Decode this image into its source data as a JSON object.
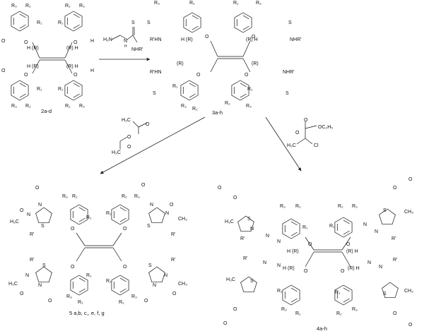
{
  "colors": {
    "ink": "#111111",
    "background": "#ffffff"
  },
  "compounds": {
    "start": "2a-d",
    "hydrazone": "3a-h",
    "thiazole": "4a-h",
    "thiadiazole": "5 a,b, c,, e, f, g"
  },
  "reagents": {
    "thiosemicarbazide": {
      "s": "S",
      "h2n": "H₂N",
      "nh": "N",
      "h": "H",
      "nhr": "NHR'"
    },
    "acetic_anhydride": {
      "ch3_top": "H₃C",
      "o_a": "O",
      "o_b": "O",
      "o_c": "O",
      "ch3_bot": "H₃C"
    },
    "chloroacetoacetate": {
      "o_keto": "O",
      "o_ester": "O",
      "oc2h5": "OC₂H₅",
      "cl": "Cl",
      "ch3": "H₃C"
    }
  },
  "atoms": {
    "r1": "R₁",
    "r2": "R₂",
    "r3": "R₃",
    "o": "O",
    "h": "H",
    "hr": "H (R)",
    "rh": "(R) H",
    "r": "(R)",
    "s": "S",
    "n": "N",
    "nh": "NH",
    "rhn": "R'HN",
    "nhr": "NHR'",
    "rprime": "R'",
    "ch3": "CH₃",
    "h3c": "H₃C",
    "ome": "O"
  }
}
